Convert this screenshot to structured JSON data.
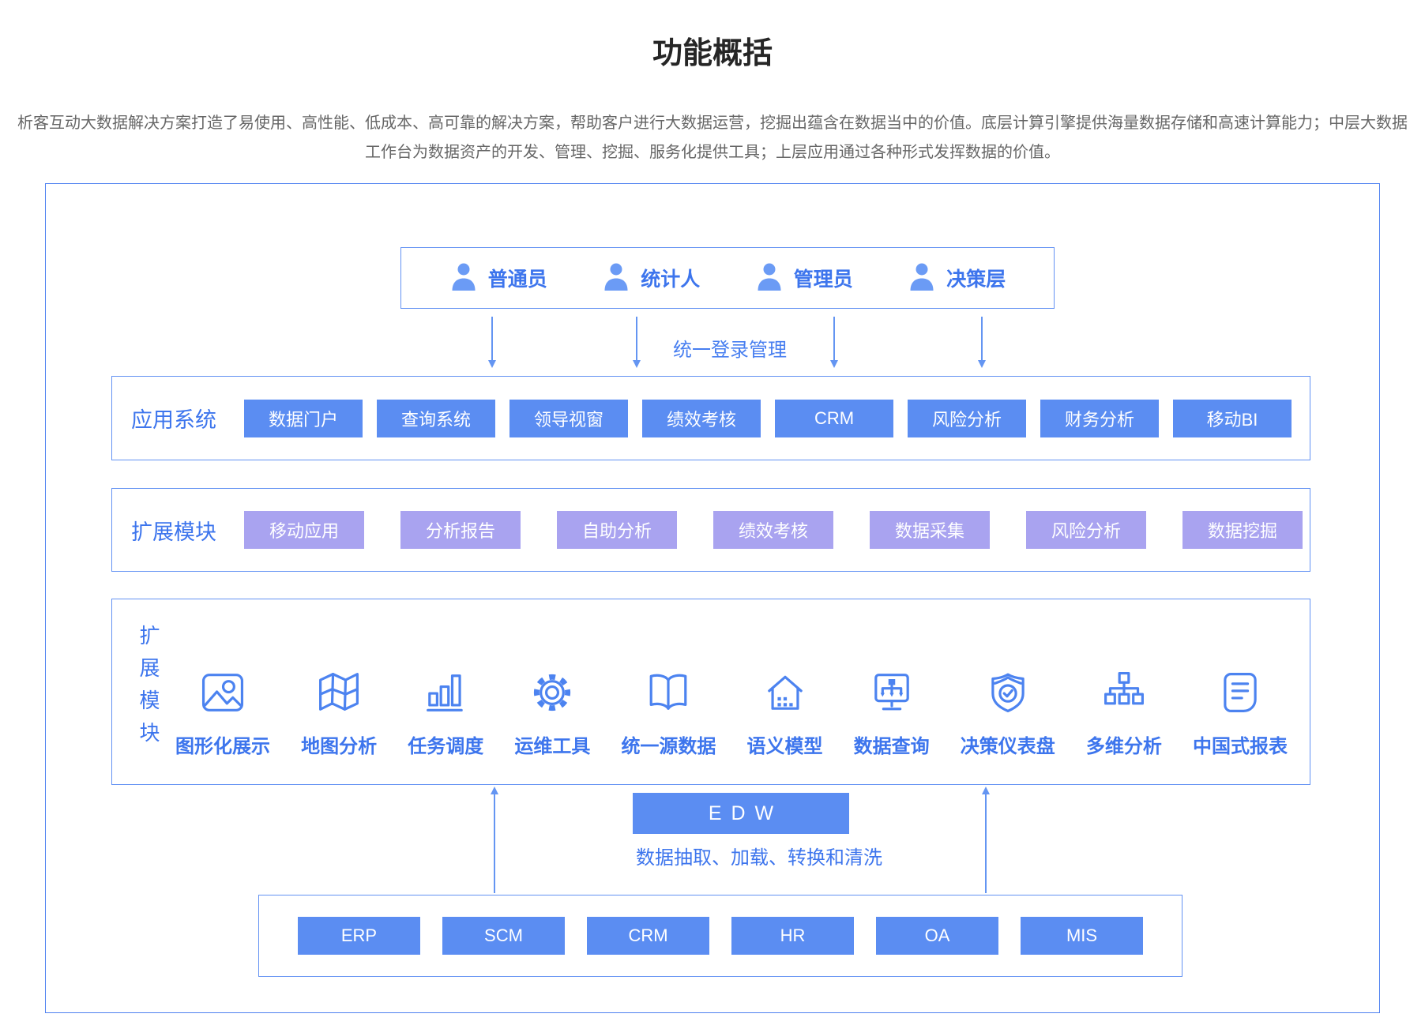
{
  "page": {
    "title": "功能概括",
    "description": "析客互动大数据解决方案打造了易使用、高性能、低成本、高可靠的解决方案，帮助客户进行大数据运营，挖掘出蕴含在数据当中的价值。底层计算引擎提供海量数据存储和高速计算能力；中层大数据工作台为数据资产的开发、管理、挖掘、服务化提供工具；上层应用通过各种形式发挥数据的价值。"
  },
  "users": {
    "items": [
      {
        "icon": "person-icon",
        "label": "普通员"
      },
      {
        "icon": "person-icon",
        "label": "统计人"
      },
      {
        "icon": "person-icon",
        "label": "管理员"
      },
      {
        "icon": "person-icon",
        "label": "决策层"
      }
    ]
  },
  "login_flow": {
    "label": "统一登录管理"
  },
  "app_systems": {
    "label": "应用系统",
    "buttons": [
      "数据门户",
      "查询系统",
      "领导视窗",
      "绩效考核",
      "CRM",
      "风险分析",
      "财务分析",
      "移动BI"
    ]
  },
  "extension_modules": {
    "label": "扩展模块",
    "buttons": [
      "移动应用",
      "分析报告",
      "自助分析",
      "绩效考核",
      "数据采集",
      "风险分析",
      "数据挖掘"
    ]
  },
  "platform_modules": {
    "label": "扩展模块",
    "items": [
      {
        "icon": "image-icon",
        "label": "图形化展示"
      },
      {
        "icon": "map-icon",
        "label": "地图分析"
      },
      {
        "icon": "bar-chart-icon",
        "label": "任务调度"
      },
      {
        "icon": "gear-icon",
        "label": "运维工具"
      },
      {
        "icon": "open-book-icon",
        "label": "统一源数据"
      },
      {
        "icon": "house-icon",
        "label": "语义模型"
      },
      {
        "icon": "monitor-flow-icon",
        "label": "数据查询"
      },
      {
        "icon": "shield-check-icon",
        "label": "决策仪表盘"
      },
      {
        "icon": "hierarchy-icon",
        "label": "多维分析"
      },
      {
        "icon": "report-icon",
        "label": "中国式报表"
      }
    ]
  },
  "edw": {
    "label": "EDW",
    "etl_text": "数据抽取、加载、转换和清洗"
  },
  "source_systems": {
    "buttons": [
      "ERP",
      "SCM",
      "CRM",
      "HR",
      "OA",
      "MIS"
    ]
  },
  "colors": {
    "primary_blue": "#5b8df2",
    "module_purple": "#a9a3f0",
    "text_blue": "#3d75ed",
    "icon_stroke_blue": "#4c83f0",
    "person_fill_blue": "#6b9bf5",
    "border_blue": "#6392f3"
  }
}
